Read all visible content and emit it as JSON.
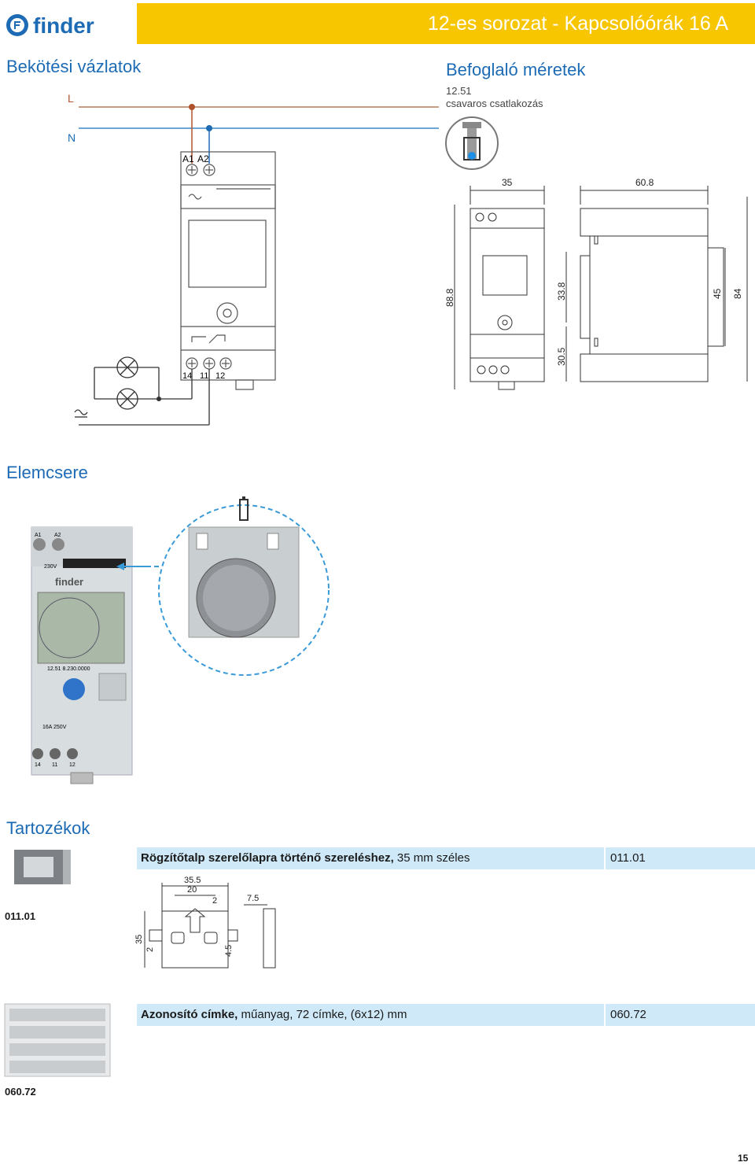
{
  "header": {
    "brand": "finder",
    "title": "12-es sorozat - Kapcsolóórák 16 A",
    "brand_color": "#1d6bb5",
    "title_bar_color": "#f7c600"
  },
  "wiring": {
    "heading": "Bekötési vázlatok",
    "label_L": "L",
    "label_N": "N",
    "term_A1": "A1",
    "term_A2": "A2",
    "term_14": "14",
    "term_11": "11",
    "term_12": "12"
  },
  "dimensions": {
    "heading": "Befoglaló méretek",
    "model": "12.51",
    "connection": "csavaros csatlakozás",
    "dim_35": "35",
    "dim_60_8": "60.8",
    "dim_88_8": "88.8",
    "dim_33_8": "33.8",
    "dim_30_5": "30.5",
    "dim_45": "45",
    "dim_84": "84"
  },
  "battery": {
    "heading": "Elemcsere",
    "device_brand": "finder",
    "device_term_A1": "A1",
    "device_term_A2": "A2",
    "device_voltage": "230V",
    "device_code": "12.51 8.230.0000",
    "device_rating": "16A 250V",
    "device_term_14": "14",
    "device_term_11": "11",
    "device_term_12": "12"
  },
  "accessories": {
    "heading": "Tartozékok",
    "items": [
      {
        "desc_bold": "Rögzítőtalp szerelőlapra történő szereléshez,",
        "desc_rest": " 35 mm széles",
        "code": "011.01",
        "label": "011.01",
        "dims": {
          "d35_5": "35.5",
          "d20": "20",
          "d2a": "2",
          "d7_5": "7.5",
          "d35": "35",
          "d2b": "2",
          "d4_5": "4.5"
        }
      },
      {
        "desc_bold": "Azonosító címke,",
        "desc_rest": " műanyag, 72 címke, (6x12) mm",
        "code": "060.72",
        "label": "060.72"
      }
    ]
  },
  "footer": {
    "page_number": "15"
  }
}
